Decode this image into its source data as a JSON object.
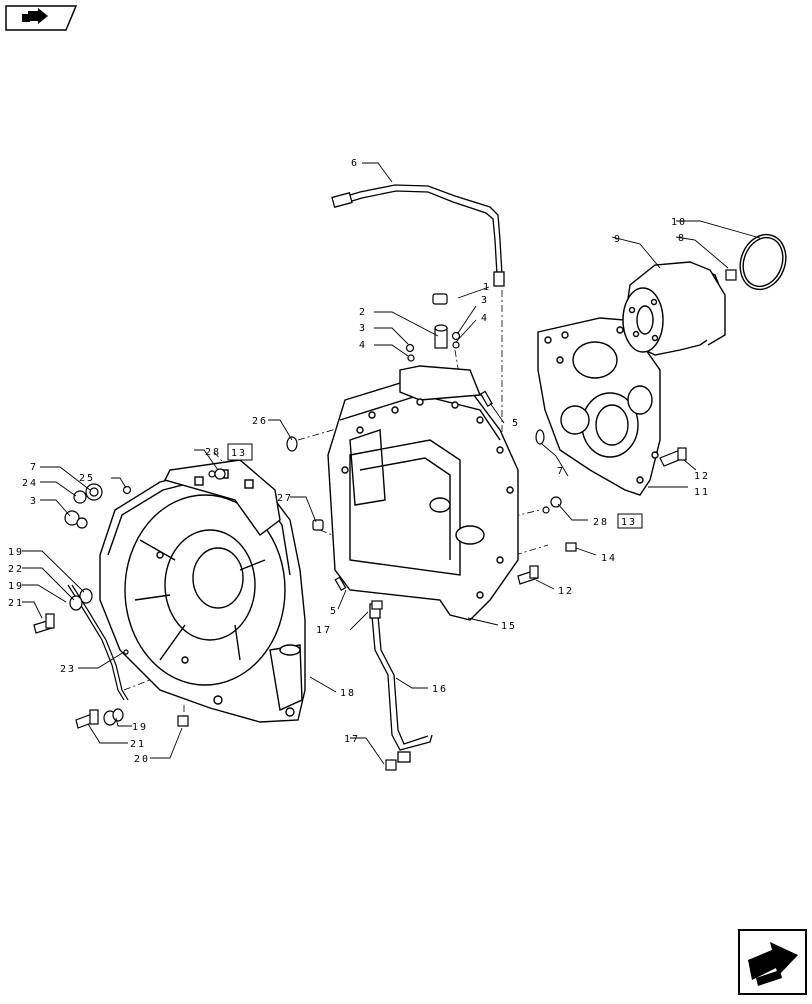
{
  "colors": {
    "ink": "#000000",
    "paper": "#ffffff"
  },
  "nav": {
    "top_icon": "previous-page-arrow-icon",
    "bottom_icon": "next-page-arrow-icon"
  },
  "callouts": [
    {
      "id": "c1",
      "text": "1"
    },
    {
      "id": "c2",
      "text": "2"
    },
    {
      "id": "c3a",
      "text": "3"
    },
    {
      "id": "c3b",
      "text": "3"
    },
    {
      "id": "c3c",
      "text": "3"
    },
    {
      "id": "c4a",
      "text": "4"
    },
    {
      "id": "c4b",
      "text": "4"
    },
    {
      "id": "c5a",
      "text": "5"
    },
    {
      "id": "c5b",
      "text": "5"
    },
    {
      "id": "c6",
      "text": "6"
    },
    {
      "id": "c7a",
      "text": "7"
    },
    {
      "id": "c7b",
      "text": "7"
    },
    {
      "id": "c8",
      "text": "8"
    },
    {
      "id": "c9",
      "text": "9"
    },
    {
      "id": "c10",
      "text": "10"
    },
    {
      "id": "c11",
      "text": "11"
    },
    {
      "id": "c12a",
      "text": "12"
    },
    {
      "id": "c12b",
      "text": "12"
    },
    {
      "id": "c14",
      "text": "14"
    },
    {
      "id": "c15",
      "text": "15"
    },
    {
      "id": "c16",
      "text": "16"
    },
    {
      "id": "c17a",
      "text": "17"
    },
    {
      "id": "c17b",
      "text": "17"
    },
    {
      "id": "c18",
      "text": "18"
    },
    {
      "id": "c19a",
      "text": "19"
    },
    {
      "id": "c19b",
      "text": "19"
    },
    {
      "id": "c19c",
      "text": "19"
    },
    {
      "id": "c20",
      "text": "20"
    },
    {
      "id": "c21a",
      "text": "21"
    },
    {
      "id": "c21b",
      "text": "21"
    },
    {
      "id": "c22",
      "text": "22"
    },
    {
      "id": "c23",
      "text": "23"
    },
    {
      "id": "c24",
      "text": "24"
    },
    {
      "id": "c25",
      "text": "25"
    },
    {
      "id": "c26",
      "text": "26"
    },
    {
      "id": "c27",
      "text": "27"
    },
    {
      "id": "c28a",
      "text": "28"
    },
    {
      "id": "c28b",
      "text": "28"
    }
  ],
  "boxed_refs": [
    {
      "id": "b13a",
      "text": "13"
    },
    {
      "id": "b13b",
      "text": "13"
    }
  ]
}
